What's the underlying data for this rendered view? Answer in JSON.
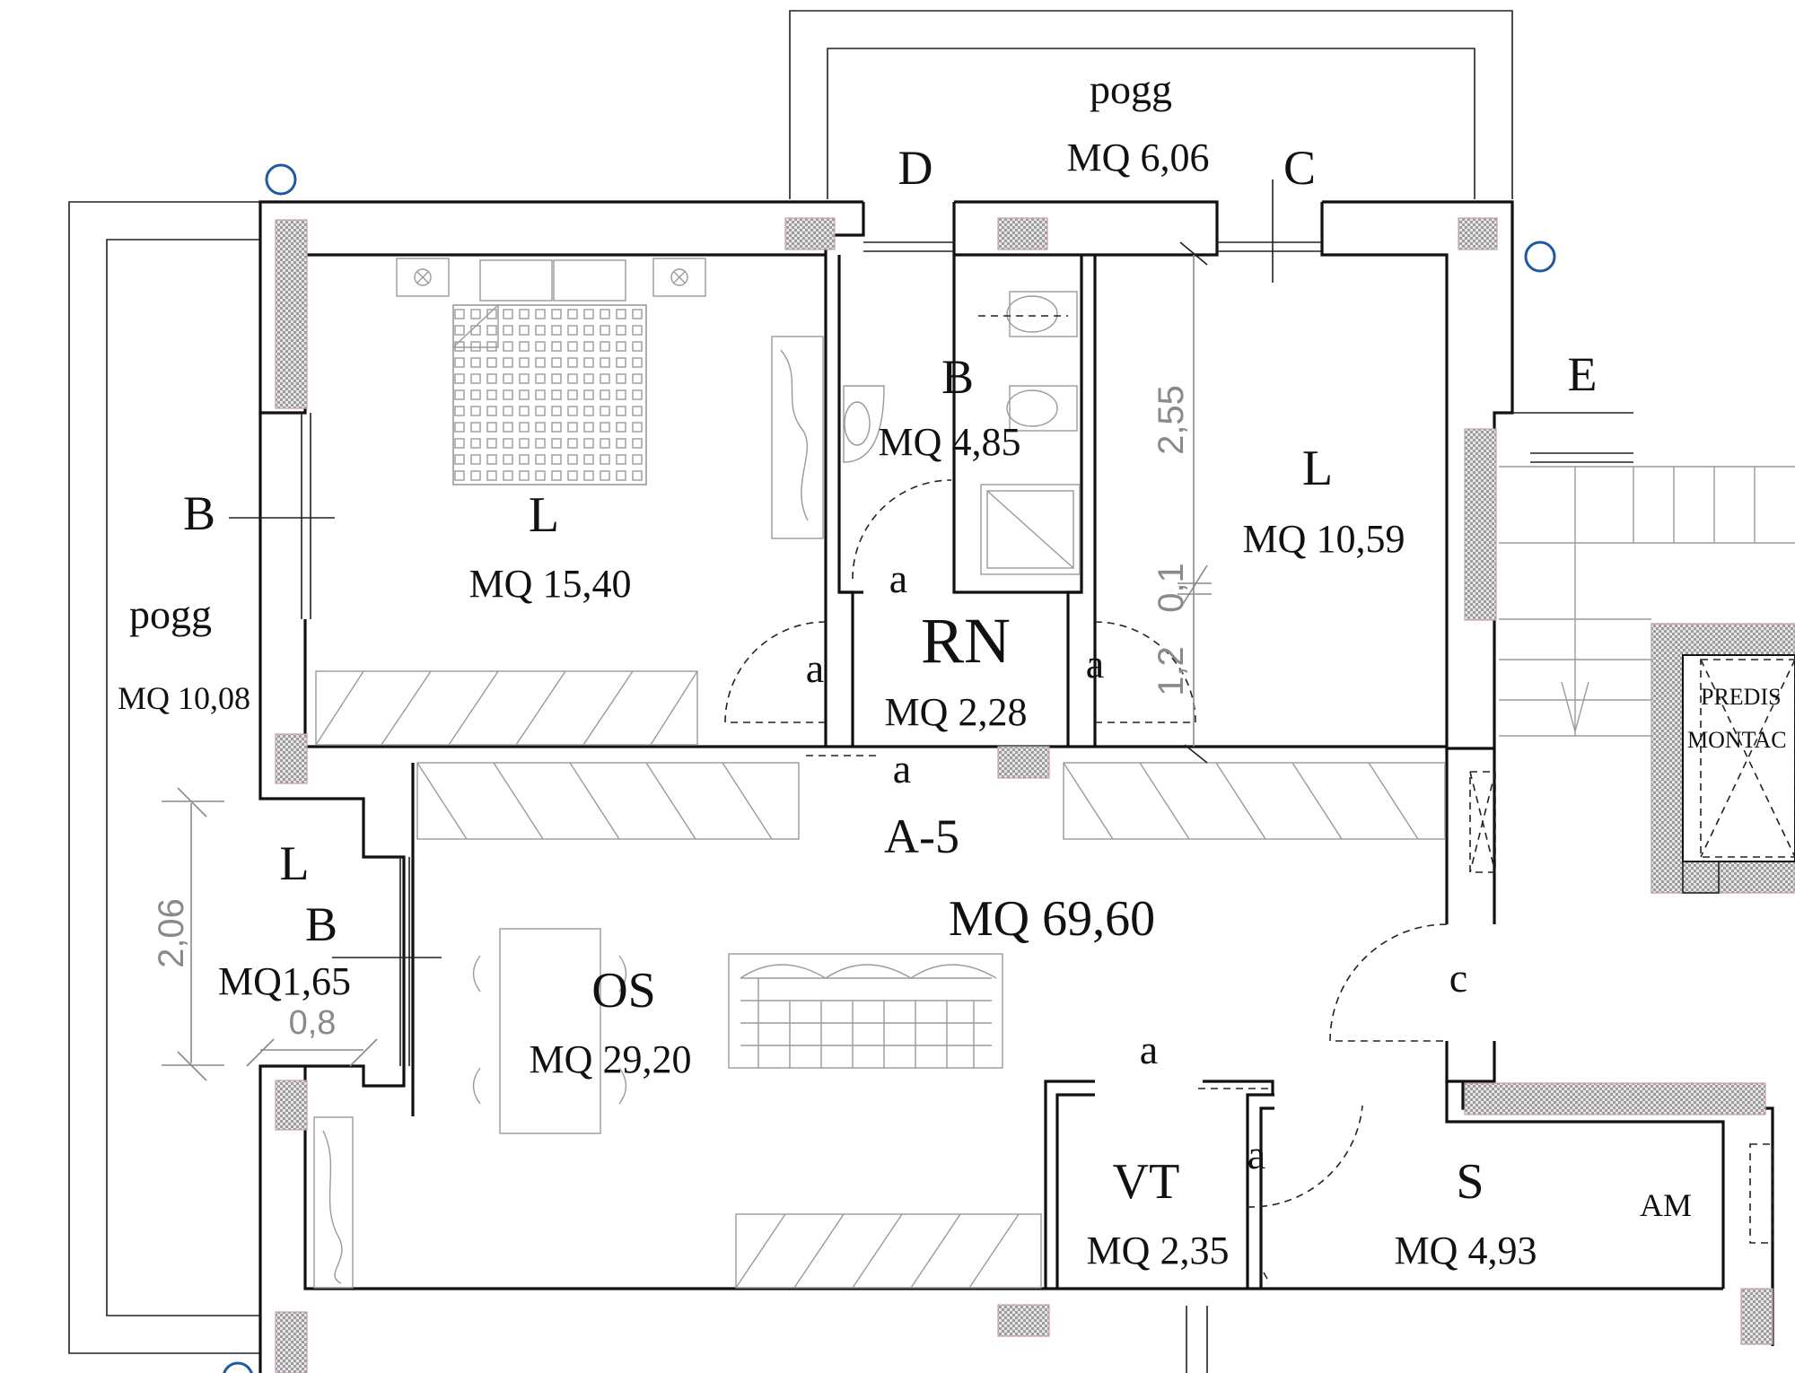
{
  "plan": {
    "colors": {
      "wall": "#111111",
      "pillar": "#b9b9b9",
      "dimension": "#8a8a8a",
      "marker": "#1f5aa0"
    },
    "labels": {
      "pogg_top": "pogg",
      "pogg_top_area": "MQ 6,06",
      "D": "D",
      "C": "C",
      "E": "E",
      "B_left": "B",
      "pogg_left": "pogg",
      "pogg_left_area": "MQ 10,08",
      "L_bedroom": "L",
      "L_bedroom_area": "MQ 15,40",
      "B_bath": "B",
      "B_bath_area": "MQ 4,85",
      "L_room2": "L",
      "L_room2_area": "MQ 10,59",
      "RN": "RN",
      "RN_area": "MQ 2,28",
      "a_top": "a",
      "a_left": "a",
      "a_right": "a",
      "a_bottom": "a",
      "A5": "A-5",
      "A5_area": "MQ 69,60",
      "L_small": "L",
      "B_small": "B",
      "B_small_area": "MQ1,65",
      "OS": "OS",
      "OS_area": "MQ 29,20",
      "c": "c",
      "a_os": "a",
      "a_vt": "a",
      "VT": "VT",
      "VT_area": "MQ 2,35",
      "S": "S",
      "S_area": "MQ 4,93",
      "AM": "AM",
      "predis": "PREDIS",
      "montac": "MONTAC"
    },
    "dimensions": {
      "d255": "2,55",
      "d01": "0,1",
      "d12": "1,2",
      "d206": "2,06",
      "d08": "0,8"
    }
  }
}
